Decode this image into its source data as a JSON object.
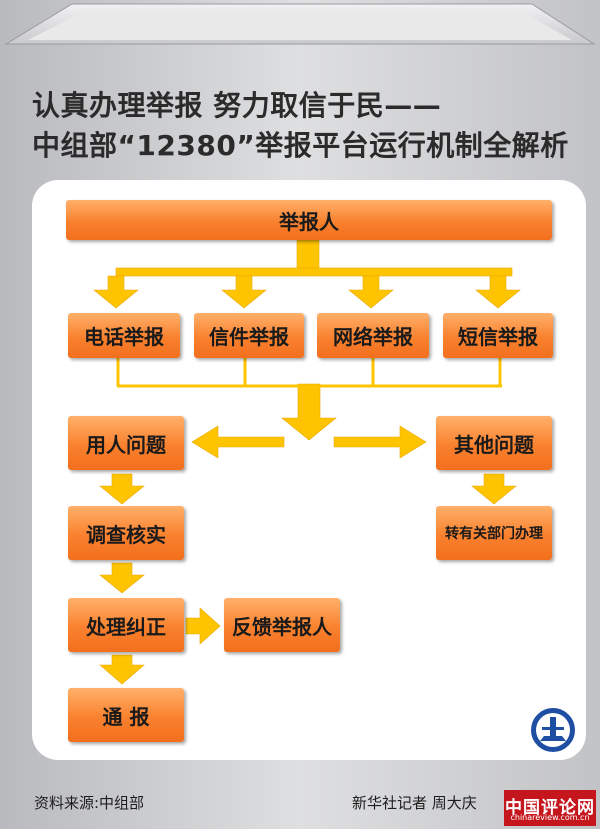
{
  "title": {
    "line1": "认真办理举报  努力取信于民——",
    "line2": "中组部“12380”举报平台运行机制全解析"
  },
  "flow": {
    "reporter": "举报人",
    "channels": [
      "电话举报",
      "信件举报",
      "网络举报",
      "短信举报"
    ],
    "personnel_issue": "用人问题",
    "other_issue": "其他问题",
    "investigate": "调查核实",
    "transfer": "转有关部门办理",
    "handle": "处理纠正",
    "feedback": "反馈举报人",
    "notify": "通  报"
  },
  "footer": {
    "source": "资料来源:中组部",
    "credit": "新华社记者 周大庆"
  },
  "watermark": {
    "name": "中国评论网",
    "url": "chinareview.com.cn"
  },
  "colors": {
    "box_orange": "#f9812e",
    "arrow_yellow": "#ffc400",
    "background_gray": "#cfd0d2",
    "watermark_red": "#c4161c"
  }
}
